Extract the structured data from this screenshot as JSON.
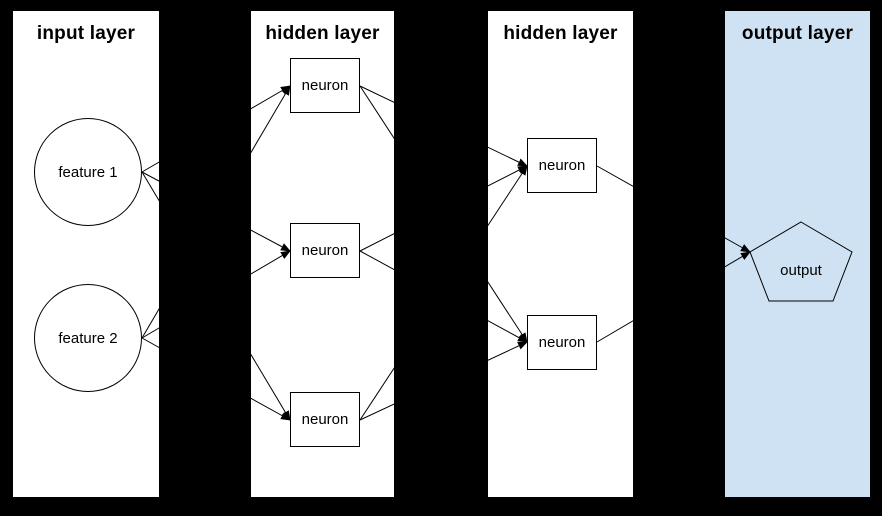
{
  "colors": {
    "canvas_bg": "#000000",
    "panel_bg": "#ffffff",
    "output_panel_bg": "#cfe2f3",
    "line": "#000000",
    "text": "#000000"
  },
  "layers": [
    {
      "id": "input",
      "title": "input layer",
      "nodes": [
        {
          "id": "f1",
          "label": "feature 1",
          "shape": "circle"
        },
        {
          "id": "f2",
          "label": "feature 2",
          "shape": "circle"
        }
      ]
    },
    {
      "id": "hidden1",
      "title": "hidden layer",
      "nodes": [
        {
          "id": "n1",
          "label": "neuron",
          "shape": "rect"
        },
        {
          "id": "n2",
          "label": "neuron",
          "shape": "rect"
        },
        {
          "id": "n3",
          "label": "neuron",
          "shape": "rect"
        }
      ]
    },
    {
      "id": "hidden2",
      "title": "hidden layer",
      "nodes": [
        {
          "id": "n4",
          "label": "neuron",
          "shape": "rect"
        },
        {
          "id": "n5",
          "label": "neuron",
          "shape": "rect"
        }
      ]
    },
    {
      "id": "output",
      "title": "output layer",
      "nodes": [
        {
          "id": "out",
          "label": "output",
          "shape": "pentagon"
        }
      ]
    }
  ],
  "edges": [
    [
      "f1",
      "n1"
    ],
    [
      "f1",
      "n2"
    ],
    [
      "f1",
      "n3"
    ],
    [
      "f2",
      "n1"
    ],
    [
      "f2",
      "n2"
    ],
    [
      "f2",
      "n3"
    ],
    [
      "n1",
      "n4"
    ],
    [
      "n1",
      "n5"
    ],
    [
      "n2",
      "n4"
    ],
    [
      "n2",
      "n5"
    ],
    [
      "n3",
      "n4"
    ],
    [
      "n3",
      "n5"
    ],
    [
      "n4",
      "out"
    ],
    [
      "n5",
      "out"
    ]
  ]
}
